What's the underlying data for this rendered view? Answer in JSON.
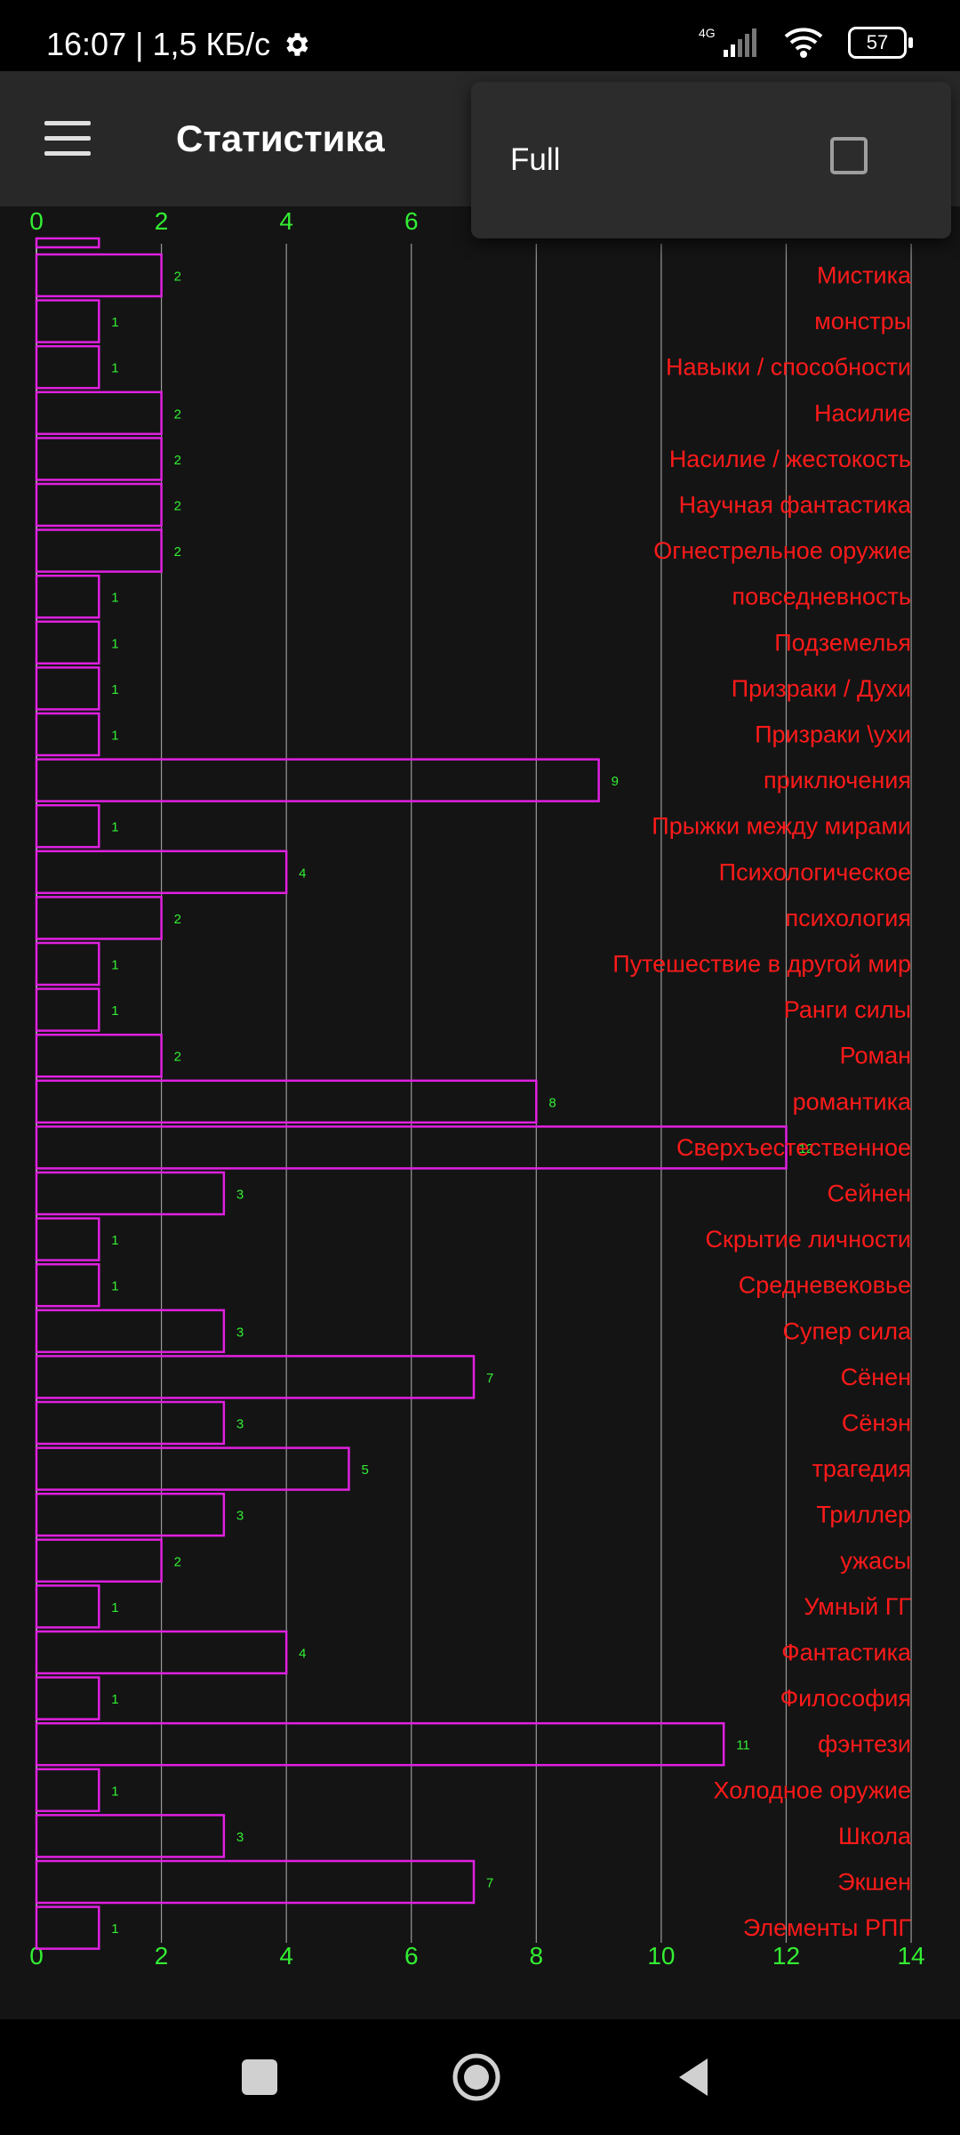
{
  "status_bar": {
    "time_speed": "16:07 | 1,5 КБ/с",
    "network": "4G",
    "battery": "57",
    "icons": [
      "gear-icon",
      "signal-icon",
      "wifi-icon",
      "battery-icon"
    ]
  },
  "toolbar": {
    "title": "Статистика",
    "menu_icon": "hamburger-menu-icon"
  },
  "popup": {
    "label": "Full",
    "checked": false
  },
  "chart_data": {
    "type": "bar",
    "orientation": "horizontal",
    "xlim": [
      0,
      14
    ],
    "x_ticks": [
      "0",
      "2",
      "4",
      "6",
      "8",
      "10",
      "12",
      "14"
    ],
    "categories": [
      "Мистика",
      "монстры",
      "Навыки / способности",
      "Насилие",
      "Насилие / жестокость",
      "Научная фантастика",
      "Огнестрельное оружие",
      "повседневность",
      "Подземелья",
      "Призраки / Духи",
      "Призраки \\ухи",
      "приключения",
      "Прыжки между мирами",
      "Психологическое",
      "психология",
      "Путешествие в другой мир",
      "Ранги силы",
      "Роман",
      "романтика",
      "Сверхъестественное",
      "Сейнен",
      "Скрытие личности",
      "Средневековье",
      "Супер сила",
      "Сёнен",
      "Сёнэн",
      "трагедия",
      "Триллер",
      "ужасы",
      "Умный ГГ",
      "Фантастика",
      "Философия",
      "фэнтези",
      "Холодное оружие",
      "Школа",
      "Экшен",
      "Элементы РПГ"
    ],
    "values": [
      2,
      1,
      1,
      2,
      2,
      2,
      2,
      1,
      1,
      1,
      1,
      9,
      1,
      4,
      2,
      1,
      1,
      2,
      8,
      12,
      3,
      1,
      1,
      3,
      7,
      3,
      5,
      3,
      2,
      1,
      4,
      1,
      11,
      1,
      3,
      7,
      1
    ],
    "colors": {
      "bar_stroke": "#e020e0",
      "label": "#ff1a1a",
      "tick": "#33ee33",
      "value_label": "#33ee33",
      "grid": "#9a9a9a",
      "background": "#141414"
    },
    "grid": true
  },
  "nav_bar": {
    "icons": [
      "recents-square-icon",
      "home-circle-icon",
      "back-triangle-icon"
    ]
  }
}
